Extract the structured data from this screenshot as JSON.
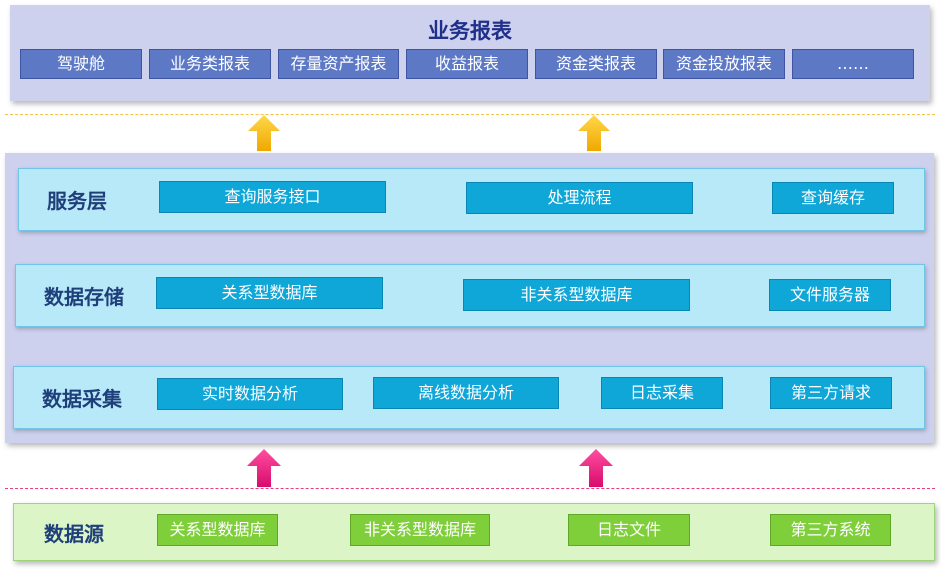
{
  "top": {
    "title": "业务报表",
    "reports": [
      "驾驶舱",
      "业务类报表",
      "存量资产报表",
      "收益报表",
      "资金类报表",
      "资金投放报表",
      "……"
    ]
  },
  "layers": {
    "service": {
      "title": "服务层",
      "items": [
        "查询服务接口",
        "处理流程",
        "查询缓存"
      ]
    },
    "storage": {
      "title": "数据存储",
      "items": [
        "关系型数据库",
        "非关系型数据库",
        "文件服务器"
      ]
    },
    "collect": {
      "title": "数据采集",
      "items": [
        "实时数据分析",
        "离线数据分析",
        "日志采集",
        "第三方请求"
      ]
    }
  },
  "source": {
    "title": "数据源",
    "items": [
      "关系型数据库",
      "非关系型数据库",
      "日志文件",
      "第三方系统"
    ]
  },
  "colors": {
    "up_arrow_top": "#f5b800",
    "up_arrow_bottom": "#e8117a"
  }
}
